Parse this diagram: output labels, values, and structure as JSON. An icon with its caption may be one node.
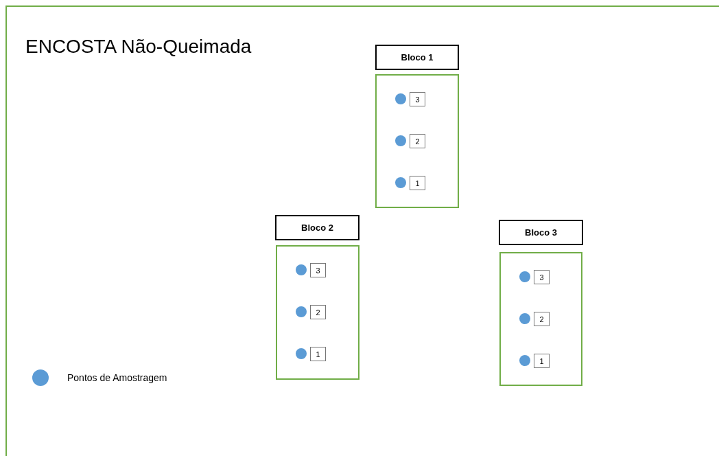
{
  "diagram": {
    "title": "ENCOSTA Não-Queimada",
    "nodes": [
      {
        "text": [
          "Bloco 1"
        ]
      },
      {
        "text": [],
        "shape": "box"
      },
      {
        "text": [
          "3"
        ],
        "in": 1
      },
      {
        "text": [
          "2"
        ],
        "in": 1
      },
      {
        "text": [
          "1"
        ],
        "in": 1
      },
      {
        "text": [
          "Bloco 2"
        ]
      },
      {
        "text": [],
        "shape": "box"
      },
      {
        "text": [
          "3"
        ],
        "in": 6
      },
      {
        "text": [
          "2"
        ],
        "in": 6
      },
      {
        "text": [
          "1"
        ],
        "in": 6
      },
      {
        "text": [
          "Bloco 3"
        ]
      },
      {
        "text": [],
        "shape": "box"
      },
      {
        "text": [
          "3"
        ],
        "in": 11
      },
      {
        "text": [
          "2"
        ],
        "in": 11
      },
      {
        "text": [
          "1"
        ],
        "in": 11
      }
    ],
    "legend": [
      {
        "text": "Pontos de Amostragem",
        "color": "#5b9bd5"
      }
    ]
  }
}
